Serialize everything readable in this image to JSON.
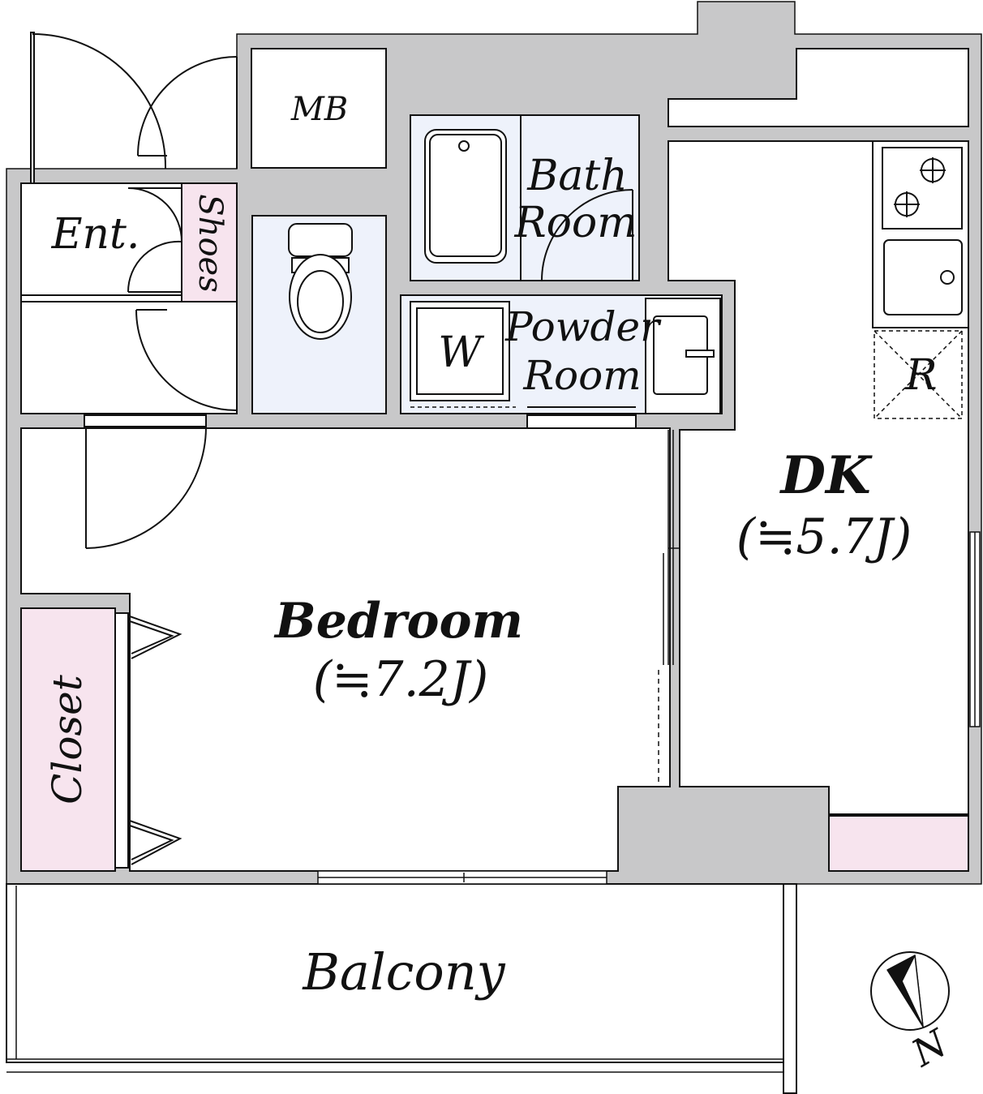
{
  "rooms": {
    "mb": "MB",
    "bath_line1": "Bath",
    "bath_line2": "Room",
    "ent": "Ent.",
    "shoes": "Shoes",
    "washer": "W",
    "powder_line1": "Powder",
    "powder_line2": "Room",
    "refrigerator": "R",
    "dk_name": "DK",
    "dk_size": "(≒5.7J)",
    "bedroom_name": "Bedroom",
    "bedroom_size": "(≒7.2J)",
    "closet": "Closet",
    "balcony": "Balcony"
  },
  "compass": {
    "north": "N"
  },
  "colors": {
    "wall": "#c8c8c9",
    "storage_pink": "#f7e4ee",
    "wet_blue": "#eef2fb",
    "line": "#111111"
  }
}
